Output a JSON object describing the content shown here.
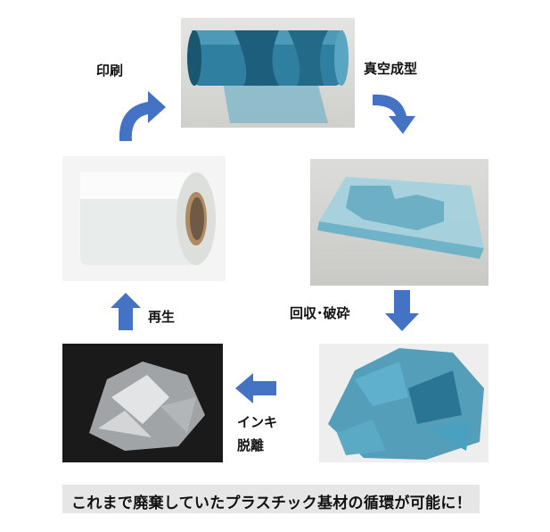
{
  "steps": {
    "print": "印刷",
    "vacuum_forming": "真空成型",
    "collect_crush": "回収･破砕",
    "ink_removal_line1": "インキ",
    "ink_removal_line2": "脱離",
    "regenerate": "再生"
  },
  "banner": "これまで廃棄していたプラスチック基材の循環が可能に！",
  "colors": {
    "arrow": "#4472c4",
    "banner_bg": "#e6e6e6",
    "film_blue": "#3a8fb0"
  }
}
